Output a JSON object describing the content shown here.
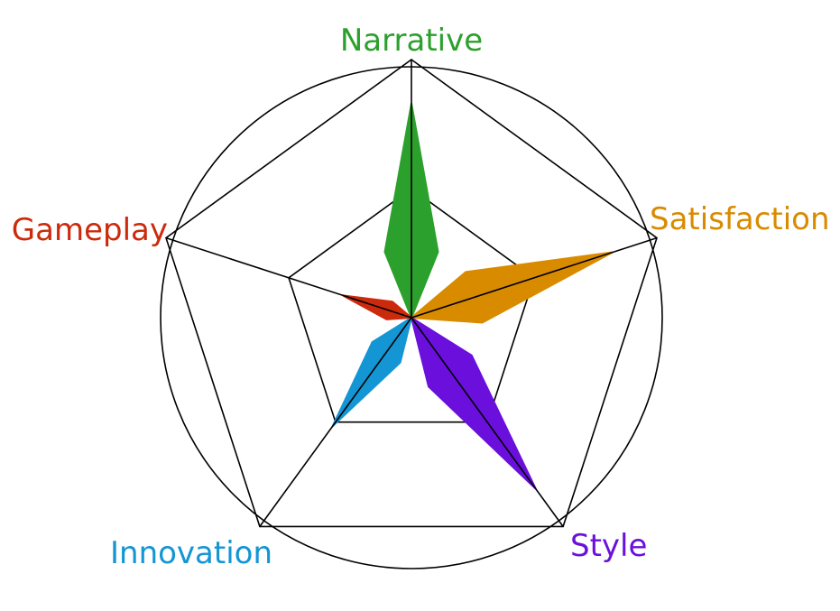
{
  "chart_data": {
    "type": "radar",
    "axes": [
      {
        "key": "narrative",
        "label": "Narrative",
        "color": "#2ca02c"
      },
      {
        "key": "satisfaction",
        "label": "Satisfaction",
        "color": "#d98b00"
      },
      {
        "key": "style",
        "label": "Style",
        "color": "#6a0fdc"
      },
      {
        "key": "innovation",
        "label": "Innovation",
        "color": "#1495d4"
      },
      {
        "key": "gameplay",
        "label": "Gameplay",
        "color": "#cc2a0c"
      }
    ],
    "values": {
      "narrative": 0.83,
      "satisfaction": 0.82,
      "style": 0.82,
      "innovation": 0.52,
      "gameplay": 0.28
    },
    "grid_levels": [
      0.5,
      1.0
    ],
    "outer_circle": true,
    "line_color": "#000000"
  }
}
